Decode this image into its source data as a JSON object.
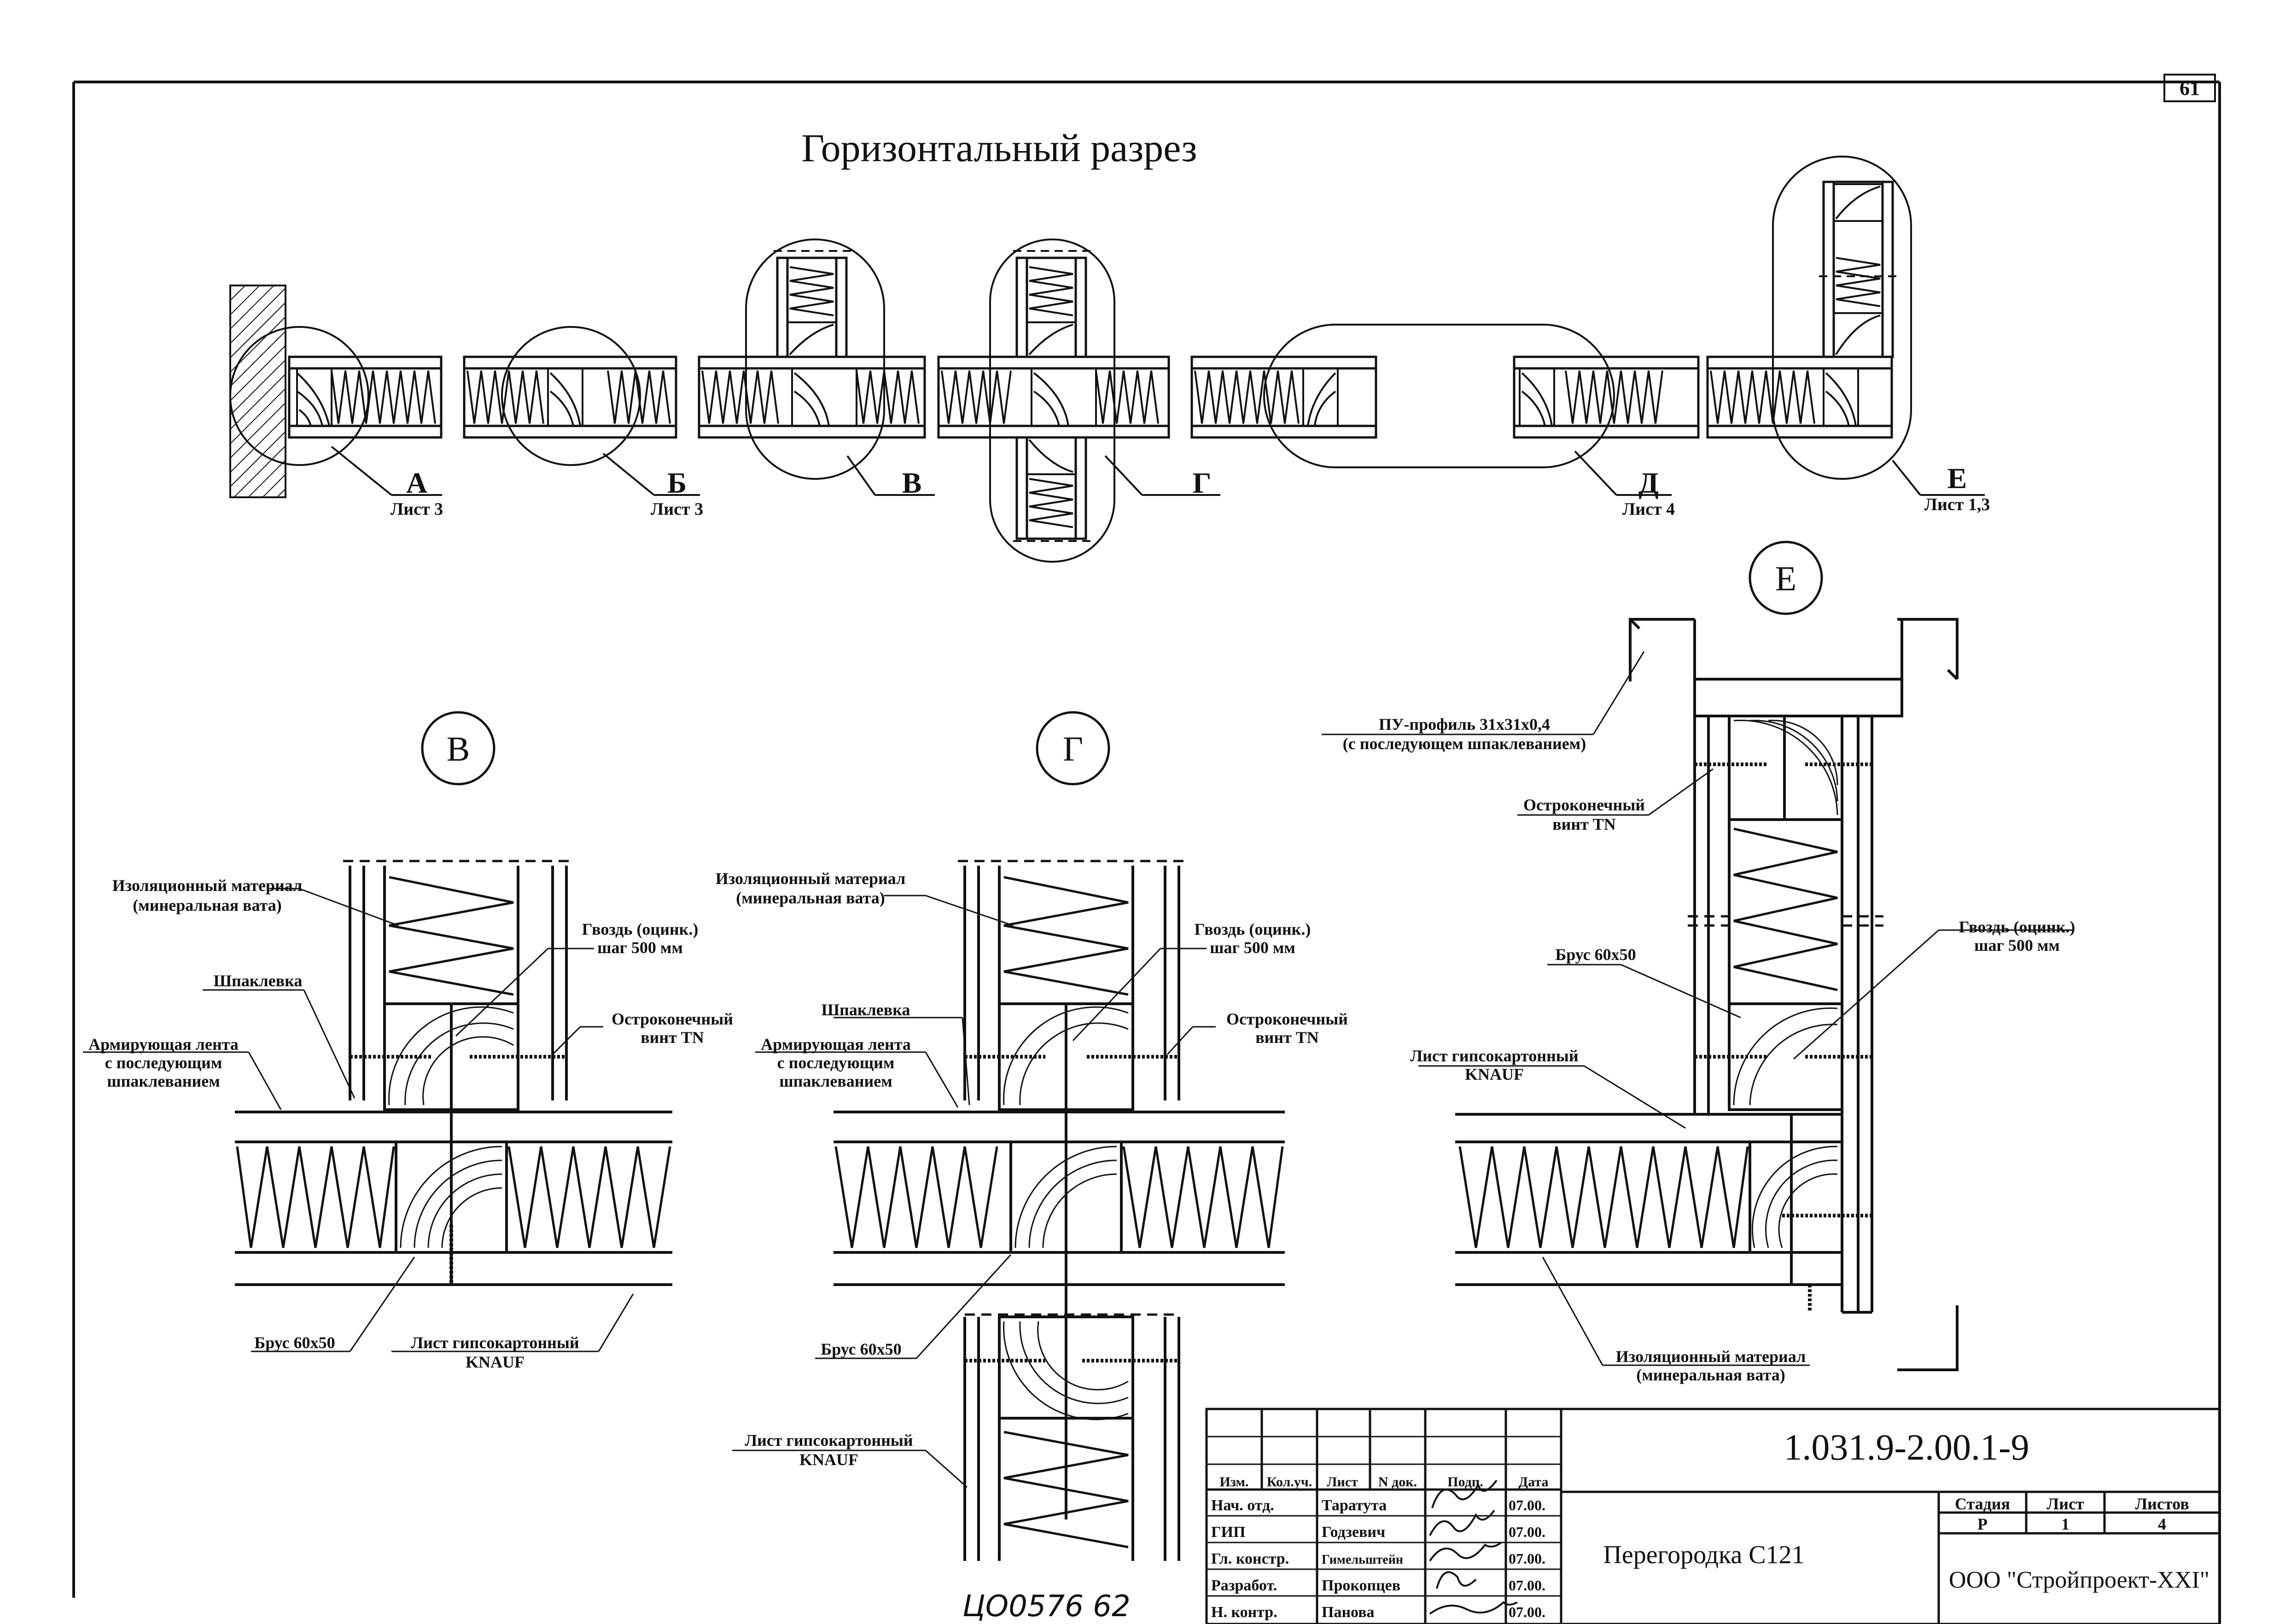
{
  "sheet_number": "61",
  "title": "Горизонтальный разрез",
  "overview_markers": [
    {
      "letter": "А",
      "sheet_ref": "Лист 3"
    },
    {
      "letter": "Б",
      "sheet_ref": "Лист 3"
    },
    {
      "letter": "В",
      "sheet_ref": ""
    },
    {
      "letter": "Г",
      "sheet_ref": ""
    },
    {
      "letter": "Д",
      "sheet_ref": "Лист 4"
    },
    {
      "letter": "Е",
      "sheet_ref": "Лист 1,3"
    }
  ],
  "details": {
    "V": {
      "marker": "В",
      "insulation": [
        "Изоляционный материал",
        "(минеральная вата)"
      ],
      "putty": "Шпаклевка",
      "tape": [
        "Армирующая лента",
        "с последующим",
        "шпаклеванием"
      ],
      "nail": [
        "Гвоздь (оцинк.)",
        "шаг 500 мм"
      ],
      "screw": [
        "Остроконечный",
        "винт TN"
      ],
      "beam": "Брус 60х50",
      "board": [
        "Лист гипсокартонный",
        "KNAUF"
      ]
    },
    "G": {
      "marker": "Г",
      "insulation": [
        "Изоляционный материал",
        "(минеральная вата)"
      ],
      "putty": "Шпаклевка",
      "tape": [
        "Армирующая лента",
        "с последующим",
        "шпаклеванием"
      ],
      "nail": [
        "Гвоздь (оцинк.)",
        "шаг 500 мм"
      ],
      "screw": [
        "Остроконечный",
        "винт TN"
      ],
      "beam": "Брус 60х50",
      "board": [
        "Лист гипсокартонный",
        "KNAUF"
      ]
    },
    "E": {
      "marker": "Е",
      "profile": [
        "ПУ-профиль 31х31х0,4",
        "(с последующем шпаклеванием)"
      ],
      "screw": [
        "Остроконечный",
        "винт TN"
      ],
      "beam": "Брус 60х50",
      "nail": [
        "Гвоздь (оцинк.)",
        "шаг 500 мм"
      ],
      "board": [
        "Лист гипсокартонный",
        "KNAUF"
      ],
      "insulation": [
        "Изоляционный материал",
        "(минеральная вата)"
      ]
    }
  },
  "title_block": {
    "code": "1.031.9-2.00.1-9",
    "headers": [
      "Изм.",
      "Кол.уч.",
      "Лист",
      "N док.",
      "Подп.",
      "Дата"
    ],
    "rows": [
      {
        "role": "Нач. отд.",
        "name": "Таратута",
        "date": "07.00."
      },
      {
        "role": "ГИП",
        "name": "Годзевич",
        "date": "07.00."
      },
      {
        "role": "Гл. констр.",
        "name": "Гимельштейн",
        "date": "07.00."
      },
      {
        "role": "Разработ.",
        "name": "Прокопцев",
        "date": "07.00."
      },
      {
        "role": "Н. контр.",
        "name": "Панова",
        "date": "07.00."
      }
    ],
    "product": "Перегородка С121",
    "stage_header": "Стадия",
    "sheet_header": "Лист",
    "sheets_header": "Листов",
    "stage": "Р",
    "sheet": "1",
    "sheets": "4",
    "company": "ООО \"Стройпроект-XXI\""
  },
  "handwritten_note": "ЦО0576   62"
}
